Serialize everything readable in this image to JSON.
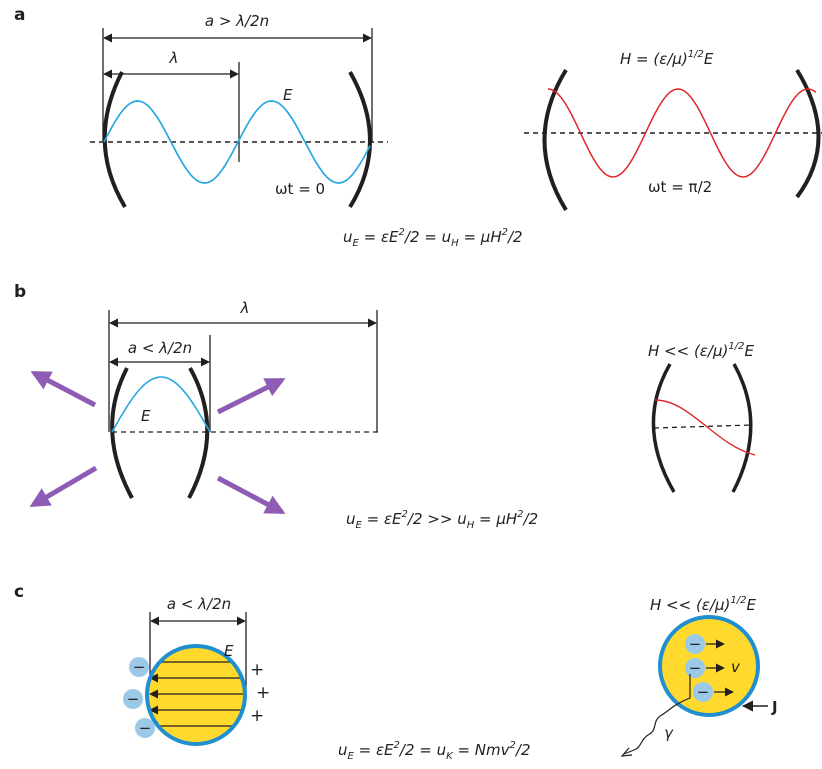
{
  "panels": {
    "a": {
      "label": "a",
      "width_label": "a > λ/2n",
      "lambda_label": "λ",
      "field_label": "E",
      "phase_left": "ωt = 0",
      "h_relation": "H = (ε/μ)",
      "h_exponent": "1/2",
      "h_tail": "E",
      "phase_right": "ωt = π/2",
      "energy": {
        "u1": "u",
        "s1": "E",
        "t1": " = εE",
        "e1": "2",
        "t2": "/2 = u",
        "s2": "H",
        "t3": " = μH",
        "e2": "2",
        "t4": "/2"
      }
    },
    "b": {
      "label": "b",
      "lambda_label": "λ",
      "width_label": "a < λ/2n",
      "field_label": "E",
      "h_relation": "H << (ε/μ)",
      "h_exponent": "1/2",
      "h_tail": "E",
      "energy": {
        "u1": "u",
        "s1": "E",
        "t1": " = εE",
        "e1": "2",
        "t2": "/2 >> u",
        "s2": "H",
        "t3": " = μH",
        "e2": "2",
        "t4": "/2"
      }
    },
    "c": {
      "label": "c",
      "width_label": "a < λ/2n",
      "field_label": "E",
      "minus_sign": "−",
      "plus_sign": "+",
      "h_relation": "H << (ε/μ)",
      "h_exponent": "1/2",
      "h_tail": "E",
      "velocity_label": "v",
      "current_label": "J",
      "gamma_label": "γ",
      "energy": {
        "u1": "u",
        "s1": "E",
        "t1": " = εE",
        "e1": "2",
        "t2": "/2 = u",
        "s2": "K",
        "t3": " = Nmv",
        "e2": "2",
        "t4": "/2"
      }
    }
  },
  "colors": {
    "ink": "#231f20",
    "e_wave": "#29a8e0",
    "h_wave": "#e0262b",
    "radiation_arrow": "#8e5cb5",
    "particle_fill": "#ffd92d",
    "particle_edge": "#1f8fcf",
    "charge_fill": "#9cc8e8"
  }
}
